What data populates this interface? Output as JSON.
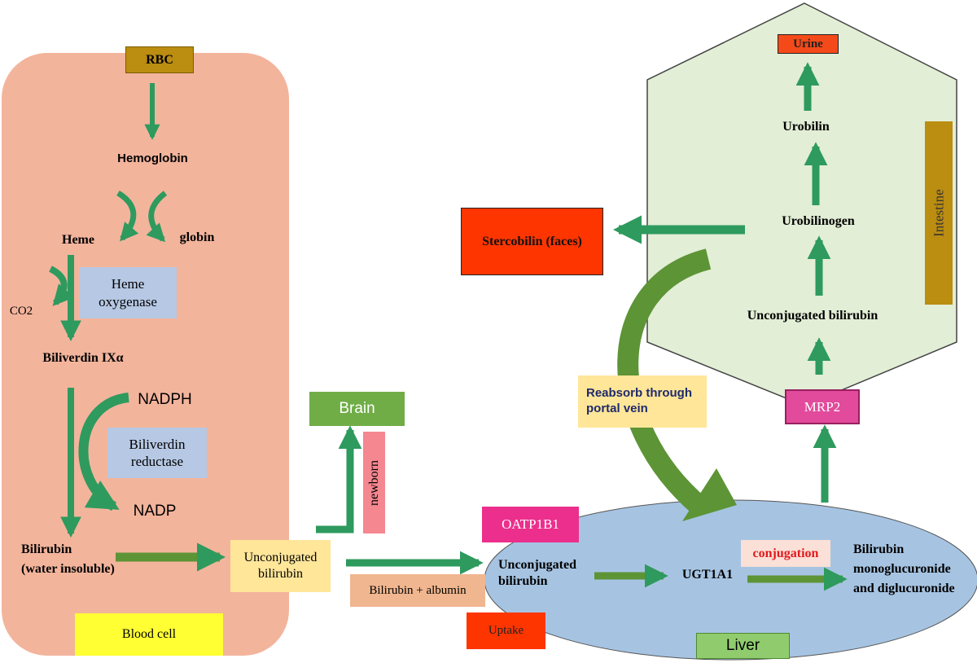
{
  "blood_cell": {
    "rbc": "RBC",
    "hemoglobin": "Hemoglobin",
    "heme": "Heme",
    "globin": "globin",
    "co2": "CO2",
    "heme_oxygenase": "Heme oxygenase",
    "biliverdin": "Biliverdin IXα",
    "nadph": "NADPH",
    "biliverdin_reductase": "Biliverdin reductase",
    "nadp": "NADP",
    "bilirubin_line1": "Bilirubin",
    "bilirubin_line2": "(water insoluble)",
    "label": "Blood cell"
  },
  "circulation": {
    "unconjugated_bilirubin": "Unconjugated bilirubin",
    "brain": "Brain",
    "newborn": "newborn",
    "bilirubin_albumin": "Bilirubin + albumin",
    "uptake": "Uptake"
  },
  "liver": {
    "oatp": "OATP1B1",
    "unconjugated_bilirubin": "Unconjugated bilirubin",
    "ugt": "UGT1A1",
    "conjugation": "conjugation",
    "product_line1": "Bilirubin",
    "product_line2": "monoglucuronide",
    "product_line3": "and diglucuronide",
    "label": "Liver",
    "mrp2": "MRP2"
  },
  "intestine": {
    "urine": "Urine",
    "urobilin": "Urobilin",
    "urobilinogen": "Urobilinogen",
    "unconjugated_bilirubin": "Unconjugated bilirubin",
    "stercobilin": "Stercobilin (faces)",
    "label": "Intestine",
    "reabsorb": "Reabsorb through portal vein"
  },
  "colors": {
    "blood_cell_bg": "#f3b49c",
    "intestine_bg": "#e2eed6",
    "liver_bg": "#a6c4e2",
    "arrow_green": "#2e9a5e",
    "arrow_olive": "#5d9436",
    "urine_red": "#f44a19",
    "stercobilin_red": "#ff3500",
    "mrp2_pink": "#e24a9c",
    "oatp_pink": "#ec2f8c",
    "yellow": "#ffff33",
    "khaki": "#bb8d10",
    "lightblue": "#b6c8e4",
    "paleyellow": "#ffe699"
  }
}
